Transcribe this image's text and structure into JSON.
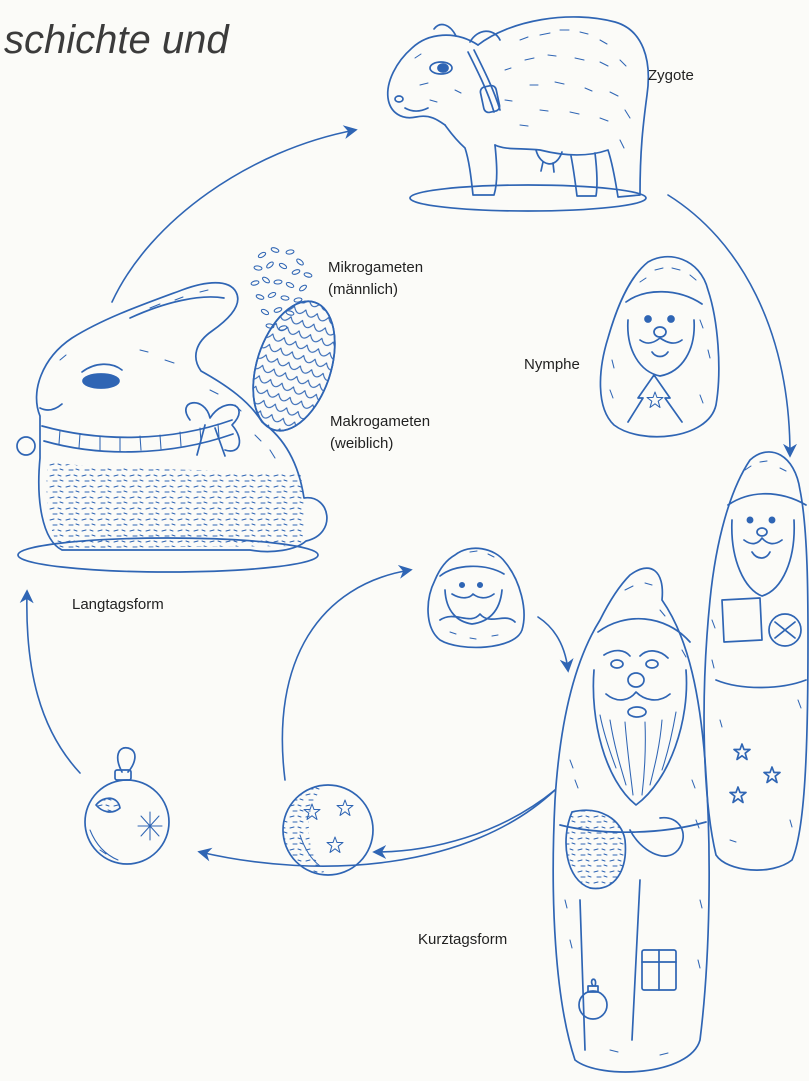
{
  "title": "schichte und",
  "labels": {
    "zygote": "Zygote",
    "microgametes": [
      "Mikrogameten",
      "(männlich)"
    ],
    "nymph": "Nymphe",
    "macrogametes": [
      "Makrogameten",
      "(weiblich)"
    ],
    "long_day_form": "Langtagsform",
    "short_day_form": "Kurztagsform"
  },
  "colors": {
    "ink": "#2f65b4",
    "text": "#222222",
    "title": "#3b3b3b",
    "paper": "#fbfbf8"
  }
}
